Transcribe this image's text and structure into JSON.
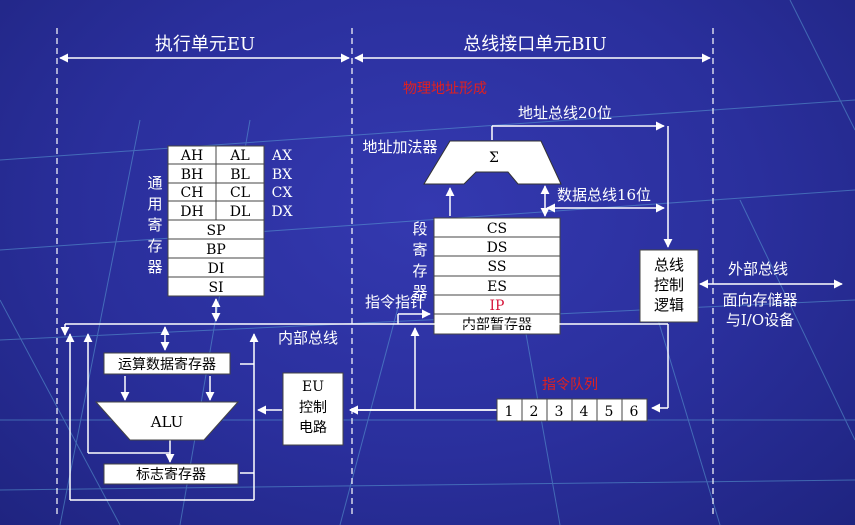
{
  "sections": {
    "eu": "执行单元EU",
    "biu": "总线接口单元BIU"
  },
  "annotation_physical_addr": "物理地址形成",
  "biu_labels": {
    "address_bus": "地址总线20位",
    "adder": "地址加法器",
    "sigma": "Σ",
    "data_bus": "数据总线16位",
    "segment_registers": "段寄存器",
    "ip_pointer": "指令指针",
    "bus_control": "总线控制逻辑",
    "external_bus": "外部总线",
    "to_memory_io_line1": "面向存储器",
    "to_memory_io_line2": "与I/O设备",
    "instruction_queue": "指令队列"
  },
  "eu_labels": {
    "general_registers": "通用寄存器",
    "internal_bus": "内部总线",
    "operand_register": "运算数据寄存器",
    "alu": "ALU",
    "eu_control": "EU控制电路",
    "flag_register": "标志寄存器"
  },
  "general_registers": [
    {
      "high": "AH",
      "low": "AL",
      "name": "AX"
    },
    {
      "high": "BH",
      "low": "BL",
      "name": "BX"
    },
    {
      "high": "CH",
      "low": "CL",
      "name": "CX"
    },
    {
      "high": "DH",
      "low": "DL",
      "name": "DX"
    }
  ],
  "pointer_registers": [
    "SP",
    "BP",
    "DI",
    "SI"
  ],
  "segment_registers": [
    "CS",
    "DS",
    "SS",
    "ES",
    "IP",
    "内部暂存器"
  ],
  "queue": [
    "1",
    "2",
    "3",
    "4",
    "5",
    "6"
  ],
  "colors": {
    "background": "#2a2f9c",
    "grid": "#5fa8d8",
    "lines": "#ffffff",
    "accent_red": "#e02020"
  }
}
